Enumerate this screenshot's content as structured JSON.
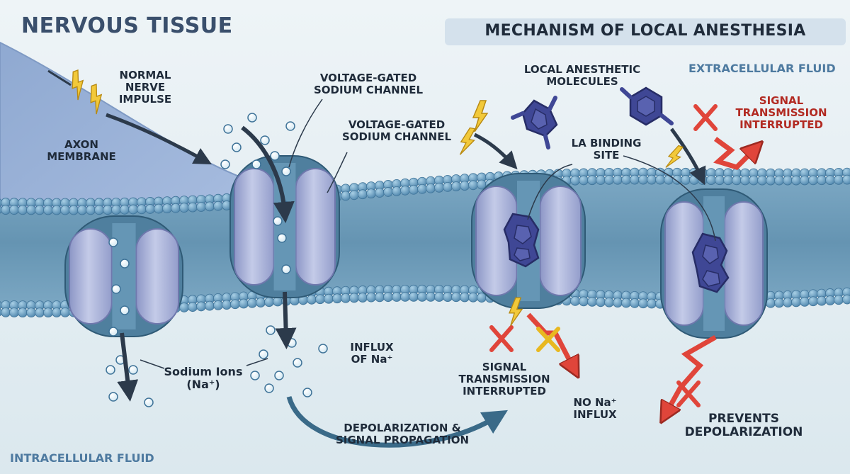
{
  "header": {
    "left_title": "NERVOUS TISSUE",
    "right_title": "MECHANISM OF LOCAL ANESTHESIA"
  },
  "regions": {
    "extracellular": "EXTRACELLULAR FLUID",
    "intracellular": "INTRACELLULAR FLUID"
  },
  "labels": {
    "impulse": [
      "NORMAL",
      "NERVE",
      "IMPULSE"
    ],
    "axon": [
      "AXON",
      "MEMBRANE"
    ],
    "vgsc_1": [
      "VOLTAGE-GATED",
      "SODIUM CHANNEL"
    ],
    "vgsc_2": [
      "VOLTAGE-GATED",
      "SODIUM CHANNEL"
    ],
    "la_molecules": [
      "LOCAL ANESTHETIC",
      "MOLECULES"
    ],
    "binding_site": [
      "LA BINDING",
      "SITE"
    ],
    "signal_top": [
      "SIGNAL",
      "TRANSMISSION",
      "INTERRUPTED"
    ],
    "sodium_ions": [
      "Sodium Ions",
      "(Na⁺)"
    ],
    "influx": [
      "INFLUX",
      "OF Na⁺"
    ],
    "signal_bottom": [
      "SIGNAL",
      "TRANSMISSION",
      "INTERRUPTED"
    ],
    "no_influx": [
      "NO Na⁺",
      "INFLUX"
    ],
    "depolarization": [
      "DEPOLARIZATION &",
      "SIGNAL PROPAGATION"
    ],
    "prevents": [
      "PREVENTS",
      "DEPOLARIZATION"
    ]
  },
  "colors": {
    "membrane": "#6c9bb9",
    "head": "#5e96bc",
    "channel": "#a9b2d8",
    "drug": "#3f4795",
    "arrow_dark": "#2c3a4b",
    "arrow_red": "#e0453a",
    "bolt": "#f2c93a",
    "ion": "#e8f3f8"
  }
}
